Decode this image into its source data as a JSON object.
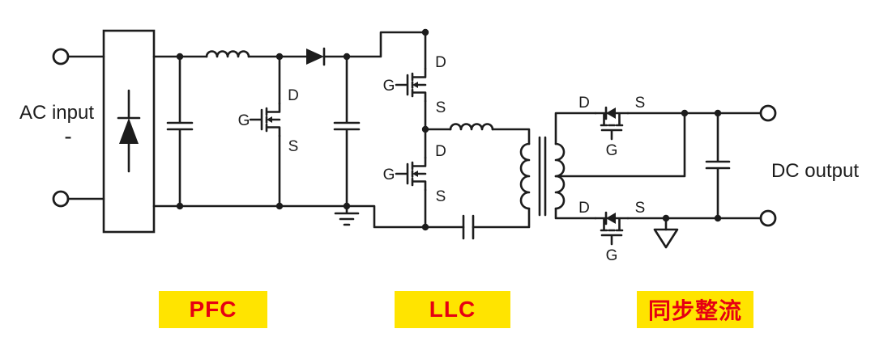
{
  "colors": {
    "background": "#ffffff",
    "wire": "#1c1c1c",
    "stage_label_bg": "#ffe400",
    "stage_label_text": "#e60012"
  },
  "io_labels": {
    "ac_input": "AC input",
    "ac_polarity": "-",
    "dc_output": "DC output"
  },
  "pin_labels": {
    "gate": "G",
    "drain": "D",
    "source": "S"
  },
  "stages": [
    {
      "id": "pfc",
      "label": "PFC"
    },
    {
      "id": "llc",
      "label": "LLC"
    },
    {
      "id": "sync_rect",
      "label": "同步整流"
    }
  ]
}
